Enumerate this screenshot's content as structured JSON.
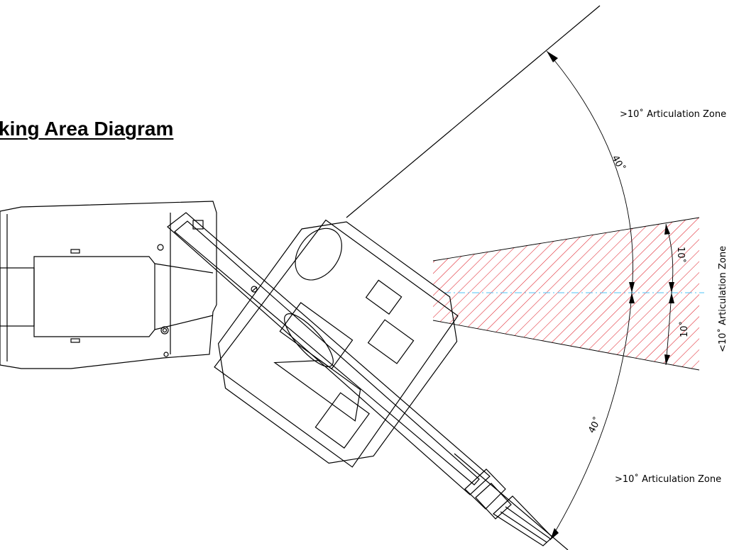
{
  "diagram": {
    "title": "king Area Diagram",
    "zones": {
      "upper": ">10˚ Articulation Zone",
      "lower": ">10˚ Articulation Zone",
      "center": "<10˚ Articulation Zone"
    },
    "angles": {
      "outer_upper": "40˚",
      "outer_lower": "40˚",
      "inner_upper": "10˚",
      "inner_lower": "10˚"
    },
    "colors": {
      "hatch": "#e0202a",
      "centerline": "#4fc3f7",
      "line": "#000000"
    }
  }
}
